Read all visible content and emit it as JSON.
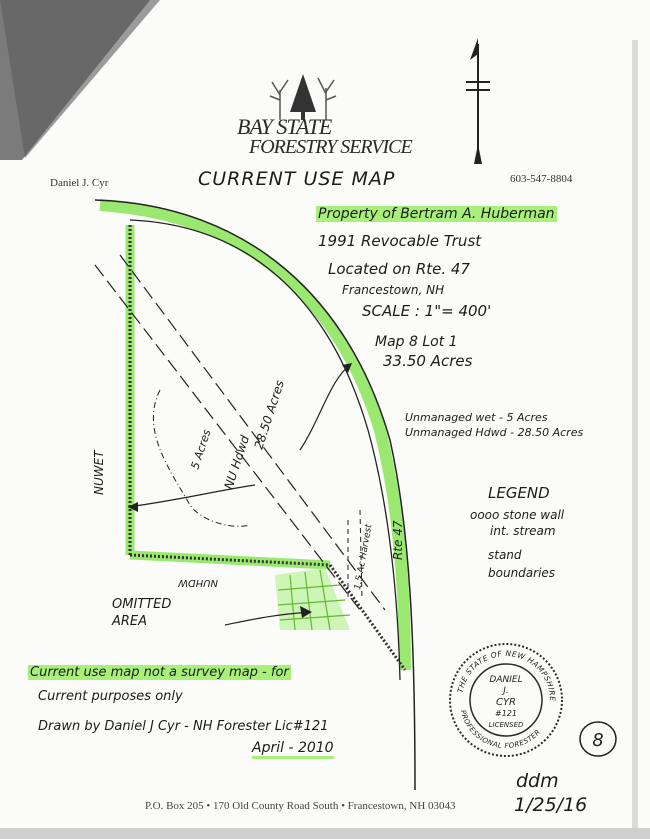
{
  "header": {
    "brand_line1": "BAY STATE",
    "brand_line2": "FORESTRY SERVICE",
    "name": "Daniel J. Cyr",
    "phone": "603-547-8804",
    "footer": "P.O. Box 205 • 170 Old County Road South • Francestown, NH 03043"
  },
  "map": {
    "title": "CURRENT USE MAP",
    "property_lines": [
      "Property of Bertram A. Huberman",
      "1991 Revocable Trust",
      "Located on Rte. 47",
      "Francestown, NH",
      "SCALE : 1\"= 400'",
      "Map 8 Lot 1",
      "33.50 Acres"
    ],
    "areas": [
      "Unmanaged wet - 5 Acres",
      "Unmanaged Hdwd - 28.50 Acres"
    ],
    "labels": {
      "nu_wet": "NUWET",
      "nu_hdwd": "NU Hdwd",
      "acres_right": "28.50 Acres",
      "acres_left": "5 Acres",
      "road": "Rte 47",
      "small_area": "1.5 Ac Harvest",
      "bottom_label": "NUHDW",
      "omitted": "OMITTED AREA"
    },
    "legend": {
      "title": "LEGEND",
      "items": [
        "oooo stone wall",
        "int. stream",
        "stand boundaries"
      ]
    },
    "notes": {
      "disclaimer1": "Current use map not a survey map - for",
      "disclaimer2": "Current purposes only",
      "drawn_by": "Drawn by Daniel J Cyr - NH Forester Lic#121",
      "date": "April - 2010"
    },
    "seal": {
      "outer_text": "THE STATE OF NEW HAMPSHIRE",
      "outer_bottom": "PROFESSIONAL FORESTER",
      "line1": "DANIEL",
      "line2": "J.",
      "line3": "CYR",
      "line4": "#121",
      "line5": "LICENSED"
    },
    "marginal": {
      "circle_num": "8",
      "initials": "ddm",
      "date": "1/25/16"
    }
  }
}
